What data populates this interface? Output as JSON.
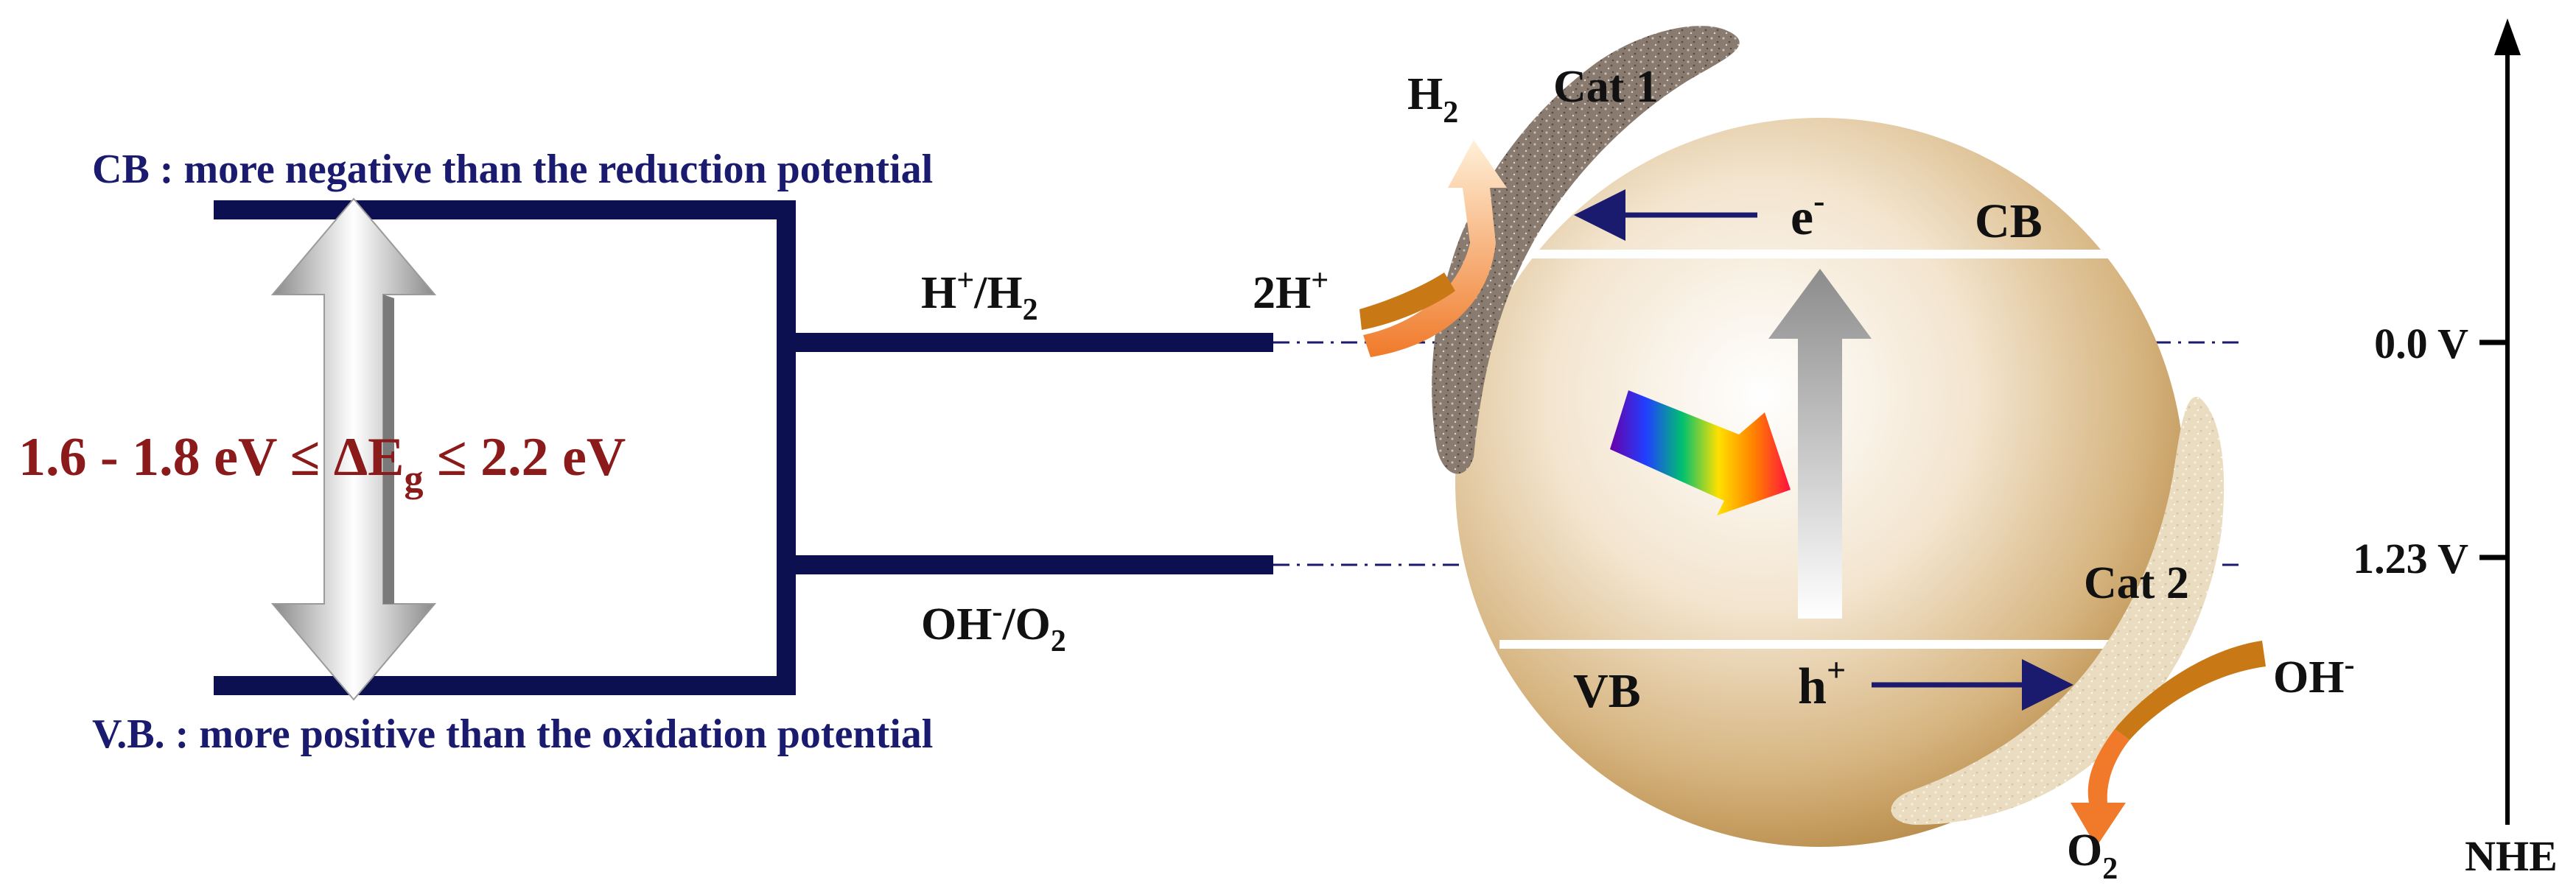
{
  "left_diagram": {
    "cb_label": "CB : more negative than the reduction potential",
    "vb_label": "V.B. : more positive than the oxidation potential",
    "band_gap": {
      "prefix": "1.6 - 1.8 eV ≤ ΔE",
      "sub": "g",
      "suffix": " ≤ 2.2 eV"
    },
    "h_couple": {
      "a": "H",
      "a_sup": "+",
      "b": "/H",
      "b_sub": "2"
    },
    "oh_couple": {
      "a": "OH",
      "a_sup": "-",
      "b": "/O",
      "b_sub": "2"
    }
  },
  "particle": {
    "cb": "CB",
    "vb": "VB",
    "electron": {
      "base": "e",
      "sup": "-"
    },
    "hole": {
      "base": "h",
      "sup": "+"
    },
    "cat1": "Cat 1",
    "cat2": "Cat 2",
    "h2": {
      "base": "H",
      "sub": "2"
    },
    "two_h": {
      "base": "2H",
      "sup": "+"
    },
    "o2": {
      "base": "O",
      "sub": "2"
    },
    "oh": {
      "base": "OH",
      "sup": "-"
    }
  },
  "nhe_axis": {
    "label": "NHE",
    "ticks": [
      "0.0 V",
      "1.23 V"
    ]
  },
  "colors": {
    "navy": "#0d1050",
    "text_navy": "#1a1a6e",
    "bandgap_red": "#8b1a1a",
    "sphere_tan": "#c8a060",
    "flow_orange": "#c87814"
  }
}
